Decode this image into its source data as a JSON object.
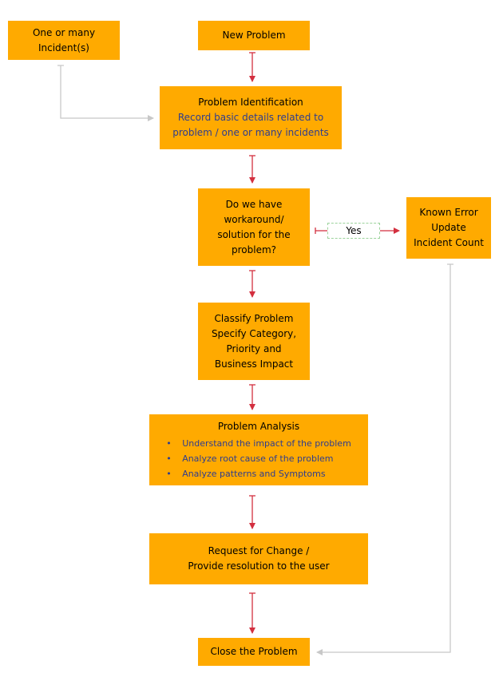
{
  "nodes": {
    "incidents": {
      "lines": [
        "One or many",
        "Incident(s)"
      ]
    },
    "new_problem": {
      "label": "New Problem"
    },
    "identification": {
      "title": "Problem Identification",
      "sub": [
        "Record basic details related to",
        "problem / one or many incidents"
      ]
    },
    "workaround_q": {
      "lines": [
        "Do we have",
        "workaround/",
        "solution for the",
        "problem?"
      ]
    },
    "known_error": {
      "lines": [
        "Known Error",
        "Update",
        "Incident Count"
      ]
    },
    "classify": {
      "lines": [
        "Classify Problem",
        "Specify Category,",
        "Priority and",
        "Business Impact"
      ]
    },
    "analysis": {
      "title": "Problem Analysis",
      "bullets": [
        "Understand the impact of the problem",
        "Analyze root cause of the problem",
        "Analyze patterns and Symptoms"
      ]
    },
    "request_change": {
      "lines": [
        "Request for Change /",
        "Provide resolution to the user"
      ]
    },
    "close": {
      "label": "Close the Problem"
    }
  },
  "edges": {
    "yes_label": "Yes"
  },
  "colors": {
    "box": "#FFAA00",
    "sub_text": "#2E3D8F",
    "arrow_red": "#D32F3F",
    "arrow_gray": "#C8C8C8"
  }
}
